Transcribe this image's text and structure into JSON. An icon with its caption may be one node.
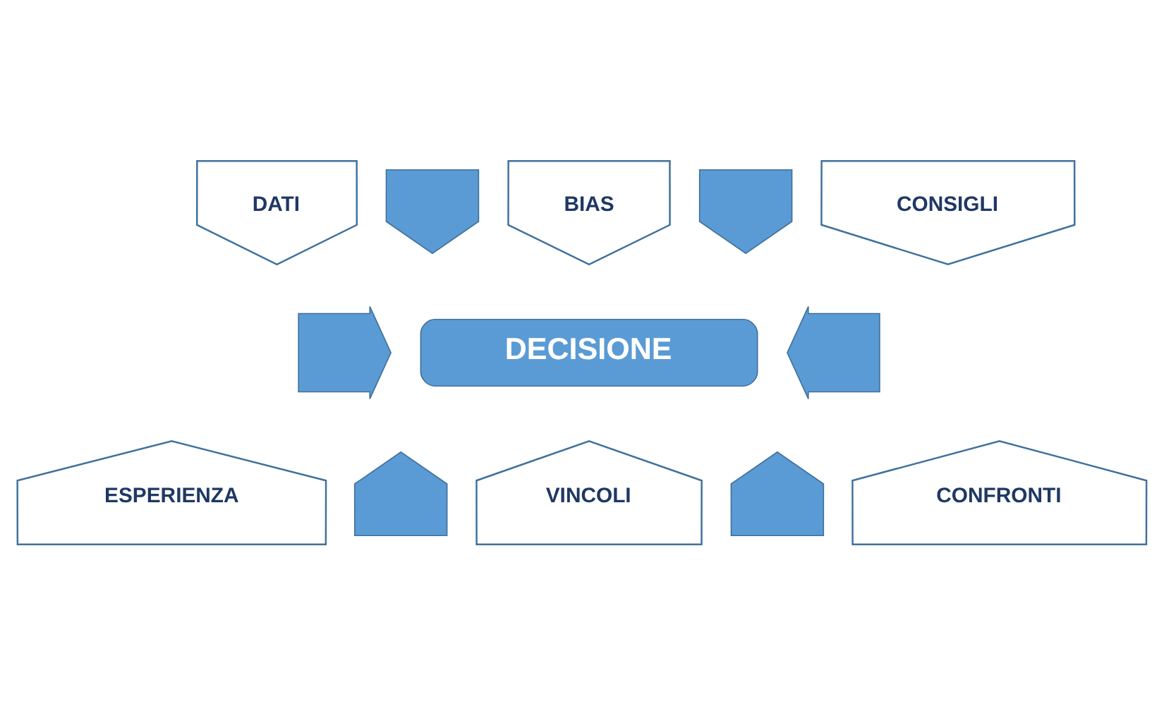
{
  "diagram": {
    "nodes": [
      {
        "text": [
          "DATI"
        ]
      },
      {
        "text": [],
        "shape": "arrow"
      },
      {
        "text": [
          "BIAS"
        ]
      },
      {
        "text": [],
        "shape": "arrow"
      },
      {
        "text": [
          "CONSIGLI"
        ]
      },
      {
        "text": [],
        "shape": "arrow"
      },
      {
        "text": [
          "DECISIONE"
        ]
      },
      {
        "text": [],
        "shape": "arrow"
      },
      {
        "text": [
          "ESPERIENZA"
        ]
      },
      {
        "text": [],
        "shape": "arrow"
      },
      {
        "text": [
          "VINCOLI"
        ]
      },
      {
        "text": [],
        "shape": "arrow"
      },
      {
        "text": [
          "CONFRONTI"
        ]
      }
    ]
  }
}
